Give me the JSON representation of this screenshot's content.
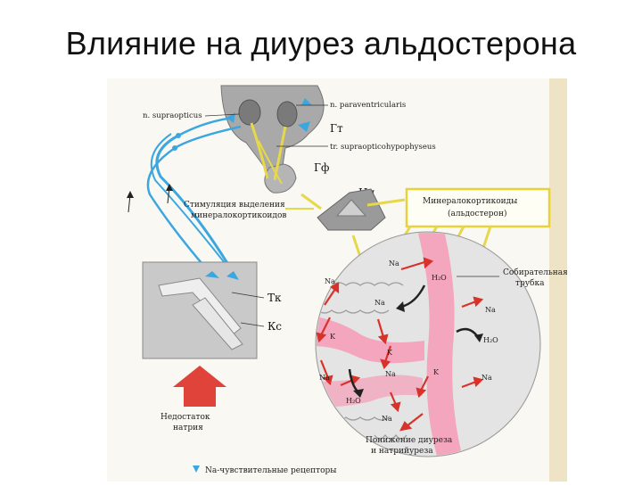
{
  "title": "Влияние на диурез альдостерона",
  "labels": {
    "n_supraopticus": "n. supraopticus",
    "n_paraventricularis": "n. paraventricularis",
    "gt": "Гт",
    "tr_supraopticohypophyseus": "tr. supraopticohypophyseus",
    "gf": "Гф",
    "nn": "Нп",
    "stimulation_line1": "Стимуляция выделения",
    "stimulation_line2": "минералокортикоидов",
    "mineralocorticoids_line1": "Минералокортикоиды",
    "mineralocorticoids_line2": "(альдостерон)",
    "collecting_duct_line1": "Собирательная",
    "collecting_duct_line2": "трубка",
    "tk": "Тк",
    "ks": "Кс",
    "sodium_deficit_line1": "Недостаток",
    "sodium_deficit_line2": "натрия",
    "diuresis_decrease_line1": "Понижение диуреза",
    "diuresis_decrease_line2": "и натрийуреза",
    "legend_receptors": "Na-чувствительные рецепторы",
    "na": "Na",
    "k": "K",
    "h2o": "H₂O"
  },
  "colors": {
    "nerve_blue": "#3aa7e0",
    "tract_yellow": "#e6d84a",
    "arrow_red": "#d8322a",
    "tubule_pink": "#f3a6bd",
    "tissue_gray": "#c9c9c9",
    "big_arrow_red": "#e0433a",
    "box_border": "#e8d23a"
  }
}
